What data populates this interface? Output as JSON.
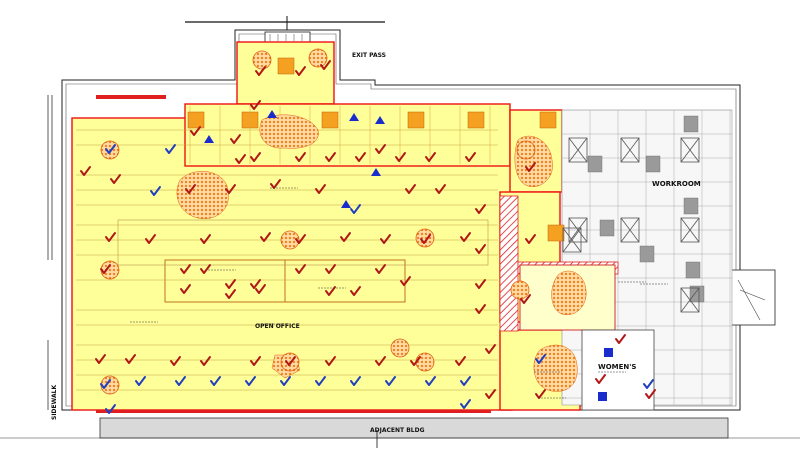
{
  "labels": {
    "north_label": "EXIT PASS",
    "workroom": "WORKROOM",
    "womens": "WOMEN'S",
    "sidewalk": "SIDEWALK",
    "adjacent": "ADJACENT BLDG",
    "open_office": "OPEN OFFICE"
  },
  "colors": {
    "floor_fill": "#ffff99",
    "wall": "#ee1111",
    "check_red": "#b01818",
    "check_blue": "#1f3fbf",
    "hatch": "#f08020",
    "orange_block": "#f4a020",
    "gray_block": "#9a9a9a",
    "blue_marker": "#1a2ccc"
  },
  "icons": {
    "check_mark": "check-mark-icon",
    "triangle_marker": "blue-triangle-icon",
    "fire_device": "circle-device-icon"
  }
}
